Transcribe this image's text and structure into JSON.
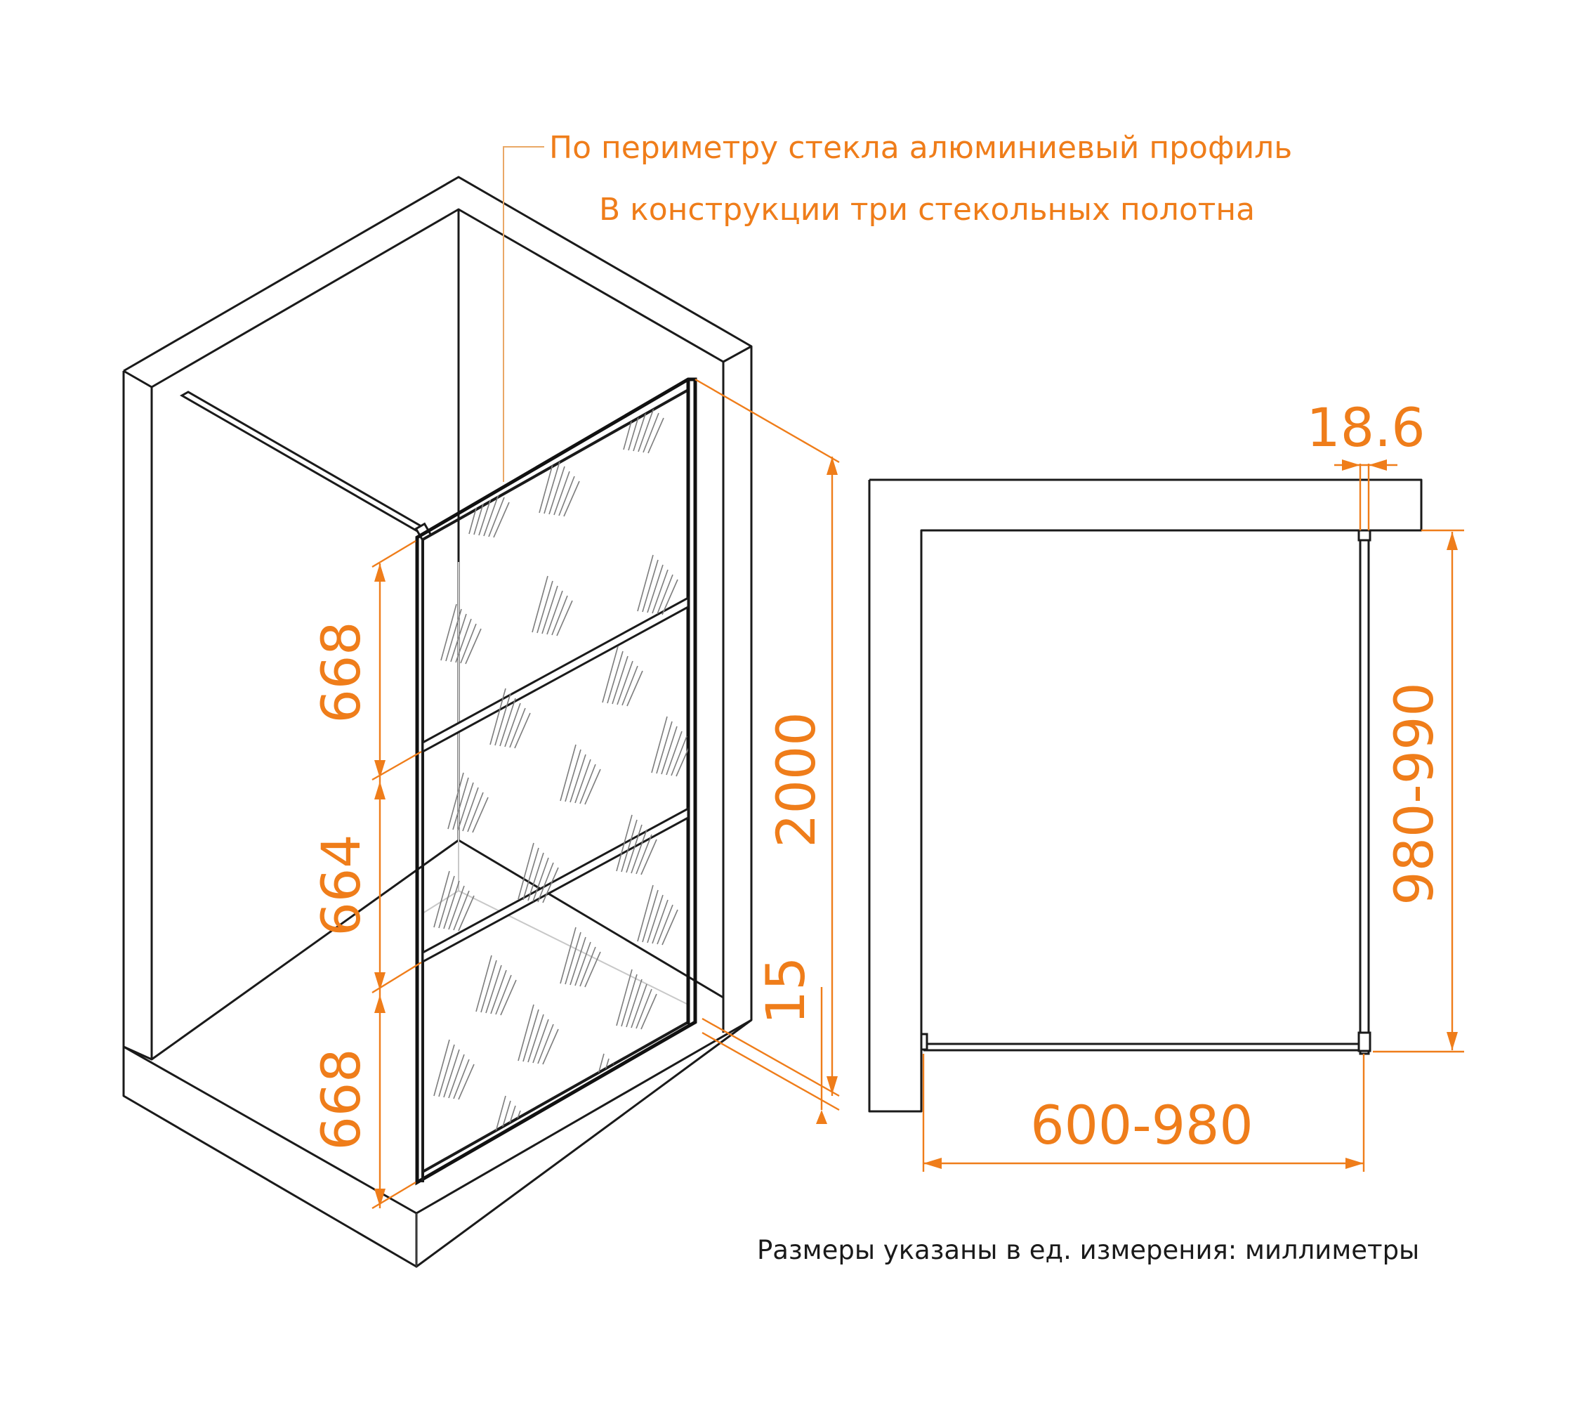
{
  "notes": {
    "profile": "По периметру стекла алюминиевый профиль",
    "panels": "В конструкции три стекольных полотна"
  },
  "dimensions": {
    "panel_top": "668",
    "panel_middle": "664",
    "panel_bottom": "668",
    "total_height": "2000",
    "gap": "15",
    "thickness": "18.6",
    "depth": "980-990",
    "width": "600-980"
  },
  "units_note": "Размеры указаны в ед. измерения: миллиметры",
  "colors": {
    "accent": "#ef7d1a",
    "line": "#1a1a1a"
  }
}
